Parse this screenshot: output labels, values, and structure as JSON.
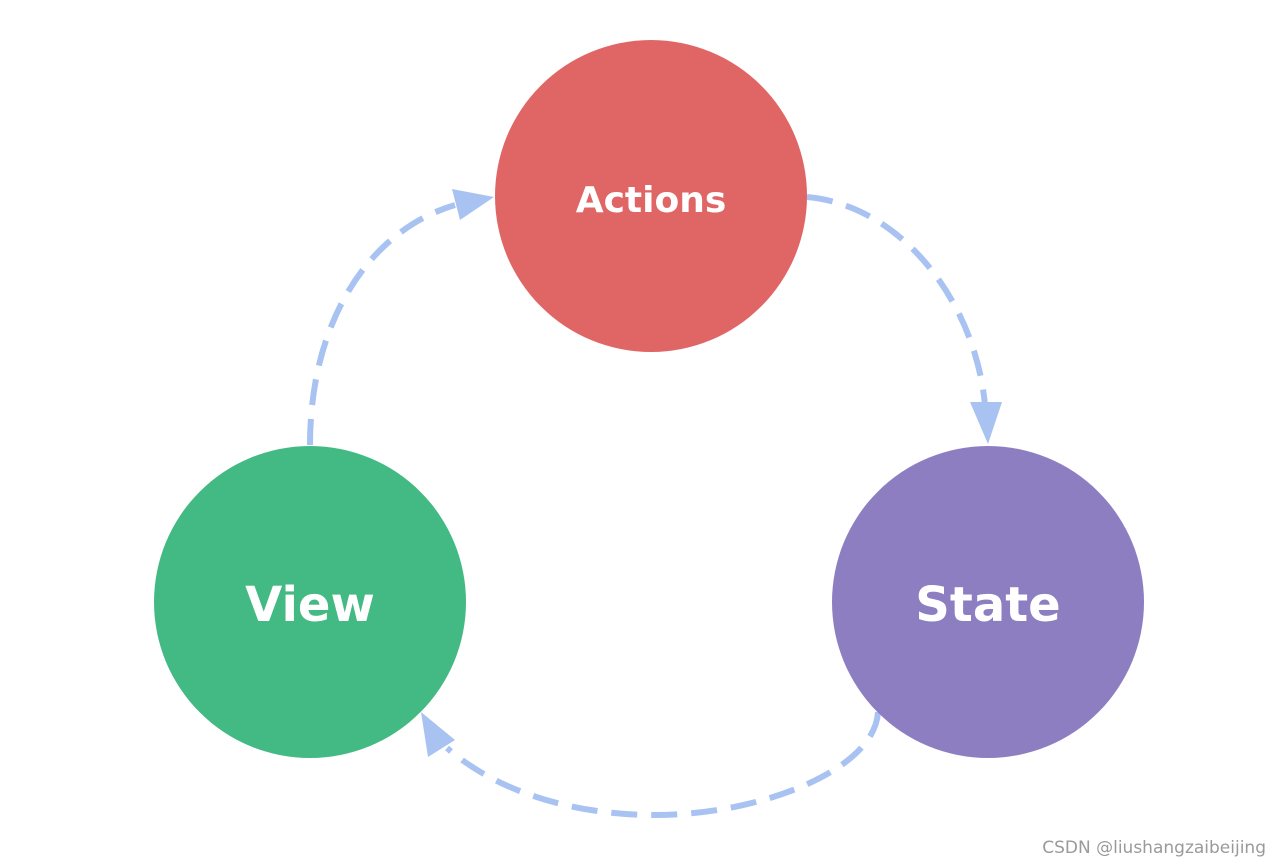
{
  "diagram": {
    "nodes": [
      {
        "id": "actions",
        "label": "Actions",
        "color": "#e06666"
      },
      {
        "id": "view",
        "label": "View",
        "color": "#43b983"
      },
      {
        "id": "state",
        "label": "State",
        "color": "#8d7ec2"
      }
    ],
    "edges": [
      {
        "from": "view",
        "to": "actions",
        "style": "dashed",
        "color": "#a8c2f2"
      },
      {
        "from": "actions",
        "to": "state",
        "style": "dashed",
        "color": "#a8c2f2"
      },
      {
        "from": "state",
        "to": "view",
        "style": "dashed",
        "color": "#a8c2f2"
      }
    ]
  },
  "watermark": "CSDN @liushangzaibeijing"
}
